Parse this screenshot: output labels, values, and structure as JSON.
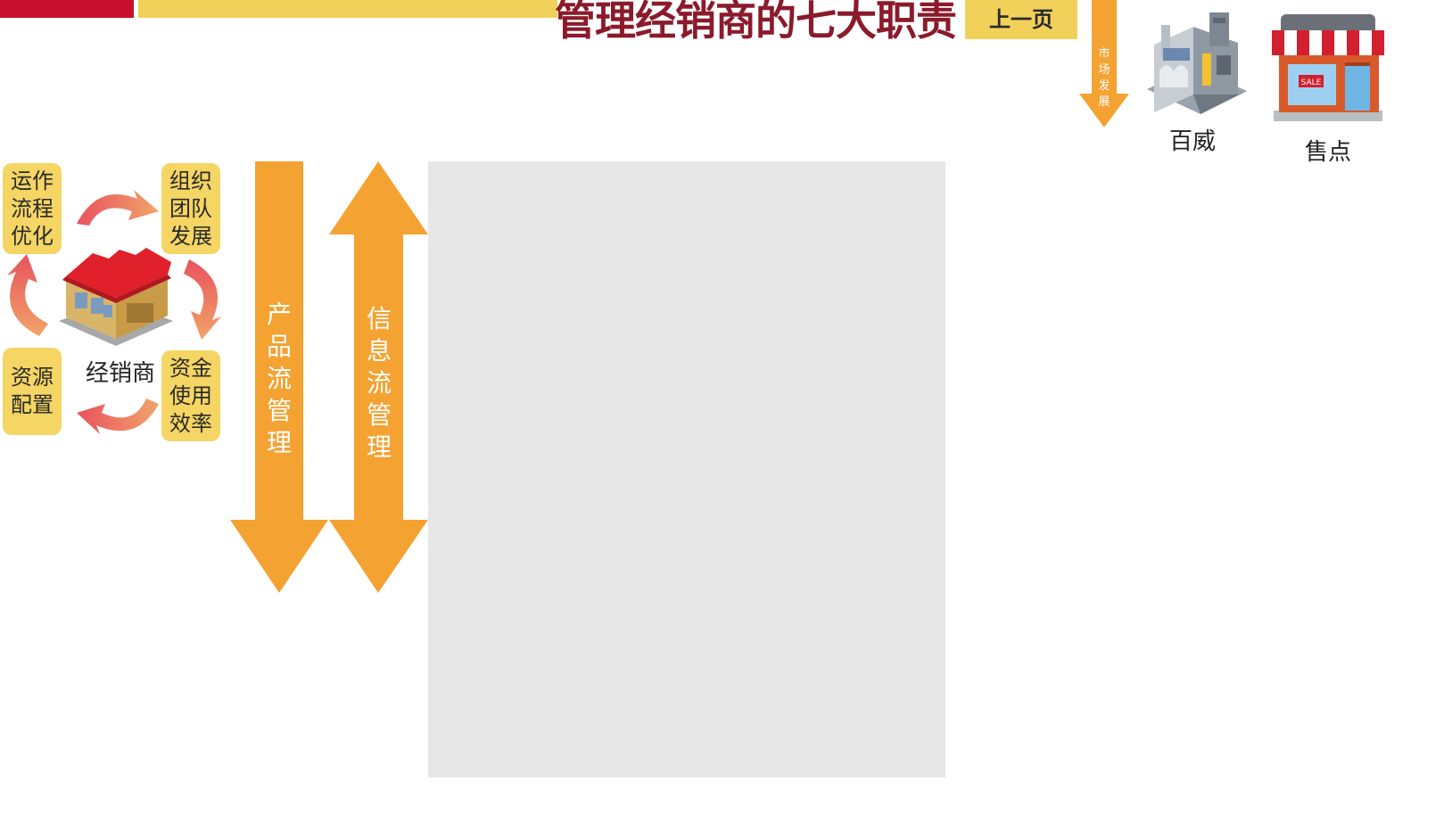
{
  "header": {
    "title": "管理经销商的七大职责",
    "prev_button": "上一页"
  },
  "flow": {
    "market_label": "市\n场\n发\n展",
    "left_label": "百威",
    "right_label": "售点"
  },
  "cycle": {
    "center_label": "经销商",
    "items": [
      "运作\n流程\n优化",
      "组织\n团队\n发展",
      "资源\n配置",
      "资金\n使用\n效率"
    ]
  },
  "arrows": {
    "product": "产\n品\n流\n管\n理",
    "info": "信\n息\n流\n管\n理"
  },
  "colors": {
    "accent_red": "#c8102e",
    "accent_yellow": "#f2d15a",
    "title": "#8b1a2b",
    "arrow_orange": "#f4a232",
    "pill_yellow": "#f5d563",
    "panel_gray": "#e6e7e6"
  }
}
